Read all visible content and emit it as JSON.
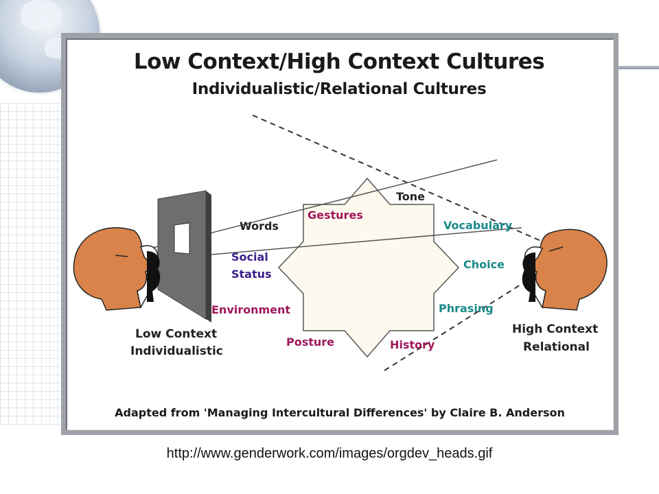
{
  "title": "Low Context/High Context Cultures",
  "subtitle": "Individualistic/Relational Cultures",
  "left_label": [
    "Low Context",
    "Individualistic"
  ],
  "right_label": [
    "High Context",
    "Relational"
  ],
  "cues": {
    "words": "Words",
    "tone": "Tone",
    "gestures": "Gestures",
    "vocabulary": "Vocabulary",
    "social_status": [
      "Social",
      "Status"
    ],
    "choice": "Choice",
    "environment": "Environment",
    "phrasing": "Phrasing",
    "posture": "Posture",
    "history": "History"
  },
  "credit": "Adapted from 'Managing Intercultural Differences' by Claire B. Anderson",
  "source_url": "http://www.genderwork.com/images/orgdev_heads.gif",
  "colors": {
    "text_dark": "#222222",
    "purple": "#3a1f8c",
    "magenta": "#a0165c",
    "teal": "#1a8a8a",
    "head_fill": "#d9834a",
    "star_fill": "#fdf9ee",
    "wall": "#6e6e6e"
  }
}
